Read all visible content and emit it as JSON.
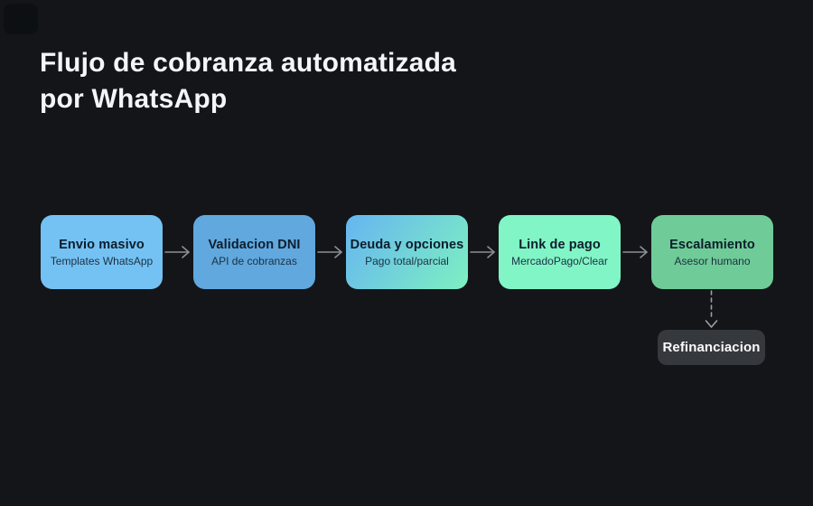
{
  "title": {
    "line1": "Flujo de cobranza automatizada",
    "line2": "por WhatsApp"
  },
  "flow": {
    "steps": [
      {
        "title": "Envio masivo",
        "subtitle": "Templates WhatsApp",
        "bg": "#74c2f3"
      },
      {
        "title": "Validacion DNI",
        "subtitle": "API de cobranzas",
        "bg": "#60a8de"
      },
      {
        "title": "Deuda y opciones",
        "subtitle": "Pago total/parcial",
        "bg": "linear-gradient(125deg, #66b5f1, #7df0c1)"
      },
      {
        "title": "Link de pago",
        "subtitle": "MercadoPago/Clear",
        "bg": "#81f5c5"
      },
      {
        "title": "Escalamiento",
        "subtitle": "Asesor humano",
        "bg": "#6fcb97"
      }
    ],
    "branch": {
      "label": "Refinanciacion",
      "bg": "#35383d"
    }
  },
  "colors": {
    "background": "#131519",
    "arrow": "#8b9096",
    "title_text": "#f4f5f6",
    "step_title_text": "#0d1d2d",
    "step_subtitle_text": "#1c3043",
    "branch_box_text": "#fbfbfc"
  }
}
